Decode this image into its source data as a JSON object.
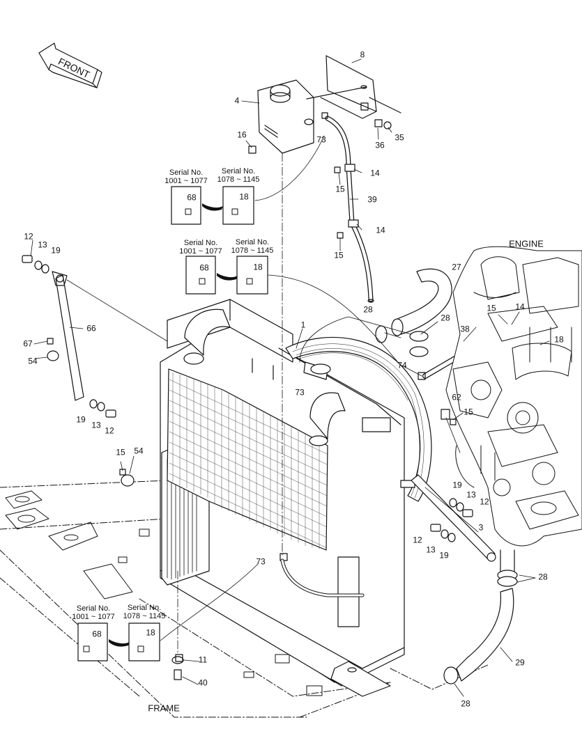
{
  "labels": {
    "front": "FRONT",
    "engine": "ENGINE",
    "frame": "FRAME",
    "serial": "Serial No.",
    "range_a": "1001 ~ 1077",
    "range_b": "1078 ~ 1145"
  },
  "parts": {
    "p1": "1",
    "p3": "3",
    "p4": "4",
    "p8": "8",
    "p11": "11",
    "p12": "12",
    "p13": "13",
    "p14": "14",
    "p15": "15",
    "p16": "16",
    "p18": "18",
    "p19": "19",
    "p27": "27",
    "p28": "28",
    "p29": "29",
    "p35": "35",
    "p36": "36",
    "p38": "38",
    "p39": "39",
    "p40": "40",
    "p54": "54",
    "p62": "62",
    "p66": "66",
    "p67": "67",
    "p68": "68",
    "p73": "73",
    "p74": "74"
  }
}
